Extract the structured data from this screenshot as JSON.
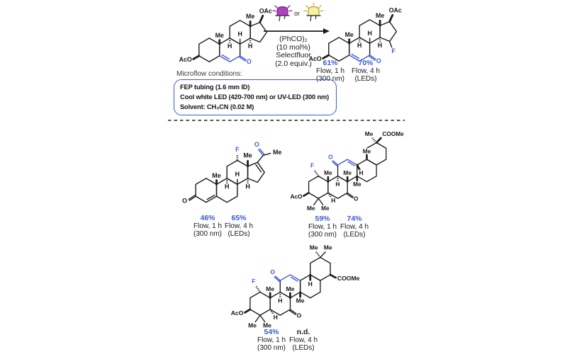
{
  "figure": "Photochemical microflow C–H fluorination scheme",
  "colors": {
    "highlight_blue": "#3a5bd0",
    "led_purple": "#b23ec2",
    "led_yellow": "#f6f0a2"
  },
  "atoms": {
    "me": "Me",
    "h": "H",
    "f": "F",
    "o": "O",
    "aco": "AcO",
    "oac": "OAc",
    "coome": "COOMe"
  },
  "reaction": {
    "or_label": "or",
    "reagent_lines": [
      "(PhCO)₂",
      "(10 mol%)",
      "Selectfluor",
      "(2.0 equiv.)"
    ]
  },
  "microflow": {
    "title": "Microflow conditions:",
    "lines": [
      "FEP tubing (1.6 mm ID)",
      "Cool white LED (420-700 nm) or UV-LED (300 nm)",
      "Solvent: CH₃CN (0.02 M)"
    ]
  },
  "entries": [
    {
      "yield_a": "61%",
      "flow_a": "Flow, 1 h",
      "lamp_a": "(300 nm)",
      "yield_b": "70%",
      "flow_b": "Flow, 4 h",
      "lamp_b": "(LEDs)"
    },
    {
      "yield_a": "46%",
      "flow_a": "Flow, 1 h",
      "lamp_a": "(300 nm)",
      "yield_b": "65%",
      "flow_b": "Flow, 4 h",
      "lamp_b": "(LEDs)"
    },
    {
      "yield_a": "59%",
      "flow_a": "Flow, 1 h",
      "lamp_a": "(300 nm)",
      "yield_b": "74%",
      "flow_b": "Flow, 4 h",
      "lamp_b": "(LEDs)"
    },
    {
      "yield_a": "54%",
      "flow_a": "Flow, 1 h",
      "lamp_a": "(300 nm)",
      "yield_b": "n.d.",
      "flow_b": "Flow, 4 h",
      "lamp_b": "(LEDs)"
    }
  ]
}
